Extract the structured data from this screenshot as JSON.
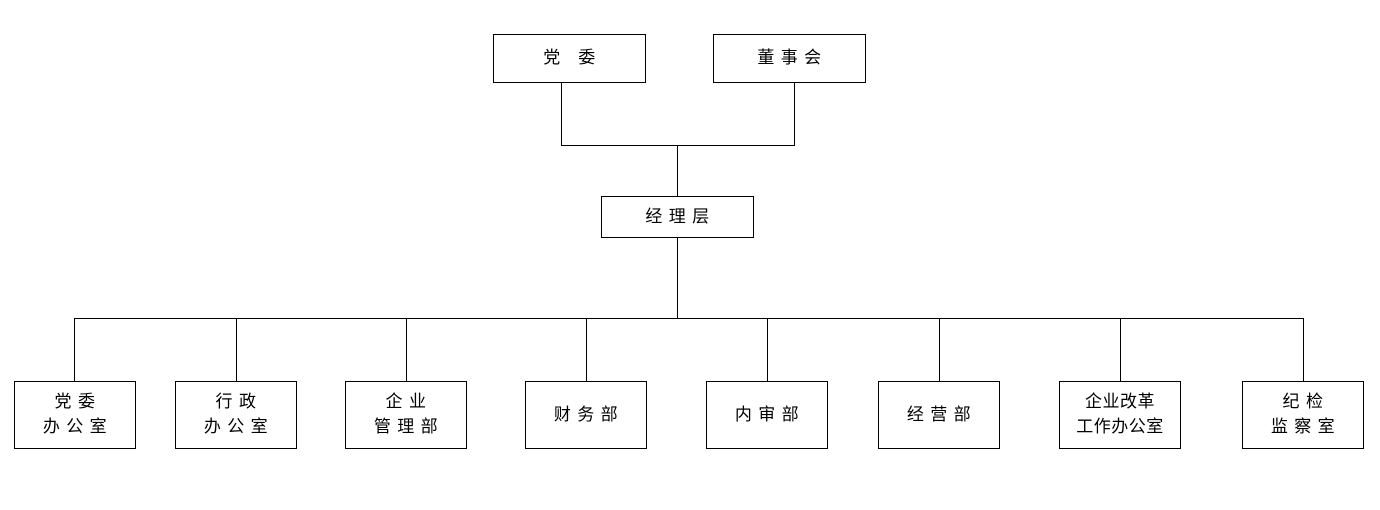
{
  "chart_data": {
    "type": "diagram",
    "diagram_type": "organization-chart",
    "title": "",
    "orientation": "top-down",
    "levels": [
      {
        "level": 1,
        "nodes": [
          {
            "id": "party-committee",
            "line1": "党　委",
            "line2": ""
          },
          {
            "id": "board-of-directors",
            "line1": "董 事 会",
            "line2": ""
          }
        ]
      },
      {
        "level": 2,
        "nodes": [
          {
            "id": "management-layer",
            "line1": "经 理 层",
            "line2": ""
          }
        ]
      },
      {
        "level": 3,
        "nodes": [
          {
            "id": "party-committee-office",
            "line1": "党 委",
            "line2": "办 公 室"
          },
          {
            "id": "administrative-office",
            "line1": "行 政",
            "line2": "办 公 室"
          },
          {
            "id": "enterprise-management-dept",
            "line1": "企 业",
            "line2": "管 理 部"
          },
          {
            "id": "finance-dept",
            "line1": "财 务 部",
            "line2": ""
          },
          {
            "id": "internal-audit-dept",
            "line1": "内 审 部",
            "line2": ""
          },
          {
            "id": "operations-dept",
            "line1": "经 营 部",
            "line2": ""
          },
          {
            "id": "enterprise-reform-office",
            "line1": "企业改革",
            "line2": "工作办公室"
          },
          {
            "id": "discipline-inspection-office",
            "line1": "纪 检",
            "line2": "监 察 室"
          }
        ]
      }
    ],
    "edges": [
      {
        "from": "party-committee",
        "to": "management-layer"
      },
      {
        "from": "board-of-directors",
        "to": "management-layer"
      },
      {
        "from": "management-layer",
        "to": "party-committee-office"
      },
      {
        "from": "management-layer",
        "to": "administrative-office"
      },
      {
        "from": "management-layer",
        "to": "enterprise-management-dept"
      },
      {
        "from": "management-layer",
        "to": "finance-dept"
      },
      {
        "from": "management-layer",
        "to": "internal-audit-dept"
      },
      {
        "from": "management-layer",
        "to": "operations-dept"
      },
      {
        "from": "management-layer",
        "to": "enterprise-reform-office"
      },
      {
        "from": "management-layer",
        "to": "discipline-inspection-office"
      }
    ],
    "colors": {
      "background": "#ffffff",
      "node_fill": "#ffffff",
      "node_border": "#000000",
      "connector": "#000000",
      "text": "#000000"
    }
  }
}
